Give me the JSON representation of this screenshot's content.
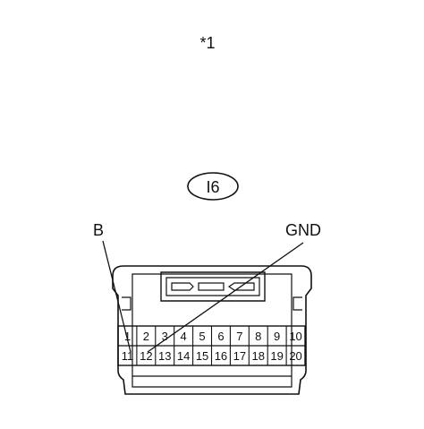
{
  "view_marker": "*1",
  "connector_id": "I6",
  "callouts": {
    "left": "B",
    "right": "GND"
  },
  "pins_top": [
    "1",
    "2",
    "3",
    "4",
    "5",
    "6",
    "7",
    "8",
    "9",
    "10"
  ],
  "pins_bottom": [
    "11",
    "12",
    "13",
    "14",
    "15",
    "16",
    "17",
    "18",
    "19",
    "20"
  ]
}
